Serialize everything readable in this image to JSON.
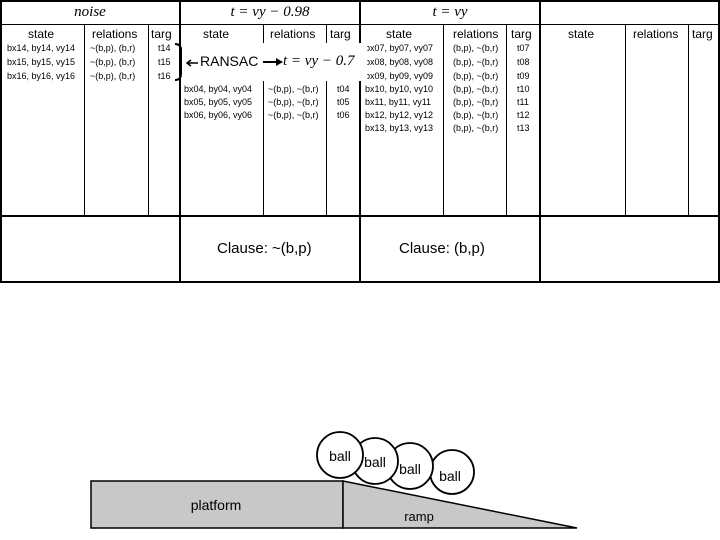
{
  "headers": [
    "noise",
    "t = vy − 0.98",
    "t = vy",
    ""
  ],
  "column_labels": {
    "panel1": [
      "state",
      "relations",
      "targ"
    ],
    "panel2": [
      "state",
      "relations",
      "targ"
    ],
    "panel3": [
      "state",
      "relations",
      "targ"
    ],
    "panel4": [
      "state",
      "relations",
      "targ"
    ]
  },
  "noise_rows": [
    {
      "state": "bx14, by14, vy14",
      "relations": "~(b,p), (b,r)",
      "targ": "t14"
    },
    {
      "state": "bx15, by15, vy15",
      "relations": "~(b,p), (b,r)",
      "targ": "t15"
    },
    {
      "state": "bx16, by16, vy16",
      "relations": "~(b,p), (b,r)",
      "targ": "t16"
    }
  ],
  "panel2_rows": [
    {
      "state": "bx04, by04, vy04",
      "relations": "~(b,p), ~(b,r)",
      "targ": "t04"
    },
    {
      "state": "bx05, by05, vy05",
      "relations": "~(b,p), ~(b,r)",
      "targ": "t05"
    },
    {
      "state": "bx06, by06, vy06",
      "relations": "~(b,p), ~(b,r)",
      "targ": "t06"
    }
  ],
  "panel3_rows": [
    {
      "state": "bx07, by07, vy07",
      "relations": "(b,p), ~(b,r)",
      "targ": "t07"
    },
    {
      "state": "bx08, by08, vy08",
      "relations": "(b,p), ~(b,r)",
      "targ": "t08"
    },
    {
      "state": "bx09, by09, vy09",
      "relations": "(b,p), ~(b,r)",
      "targ": "t09"
    },
    {
      "state": "bx10, by10, vy10",
      "relations": "(b,p), ~(b,r)",
      "targ": "t10"
    },
    {
      "state": "bx11, by11, vy11",
      "relations": "(b,p), ~(b,r)",
      "targ": "t11"
    },
    {
      "state": "bx12, by12, vy12",
      "relations": "(b,p), ~(b,r)",
      "targ": "t12"
    },
    {
      "state": "bx13, by13, vy13",
      "relations": "(b,p), ~(b,r)",
      "targ": "t13"
    }
  ],
  "ransac_label": "RANSAC",
  "ransac_result": "t = vy − 0.7",
  "clauses": [
    "Clause: ~(b,p)",
    "Clause: (b,p)"
  ],
  "scene": {
    "platform_label": "platform",
    "ramp_label": "ramp",
    "ball_labels": [
      "ball",
      "ball",
      "ball",
      "ball"
    ],
    "fill_color": "#c8c8c8"
  }
}
